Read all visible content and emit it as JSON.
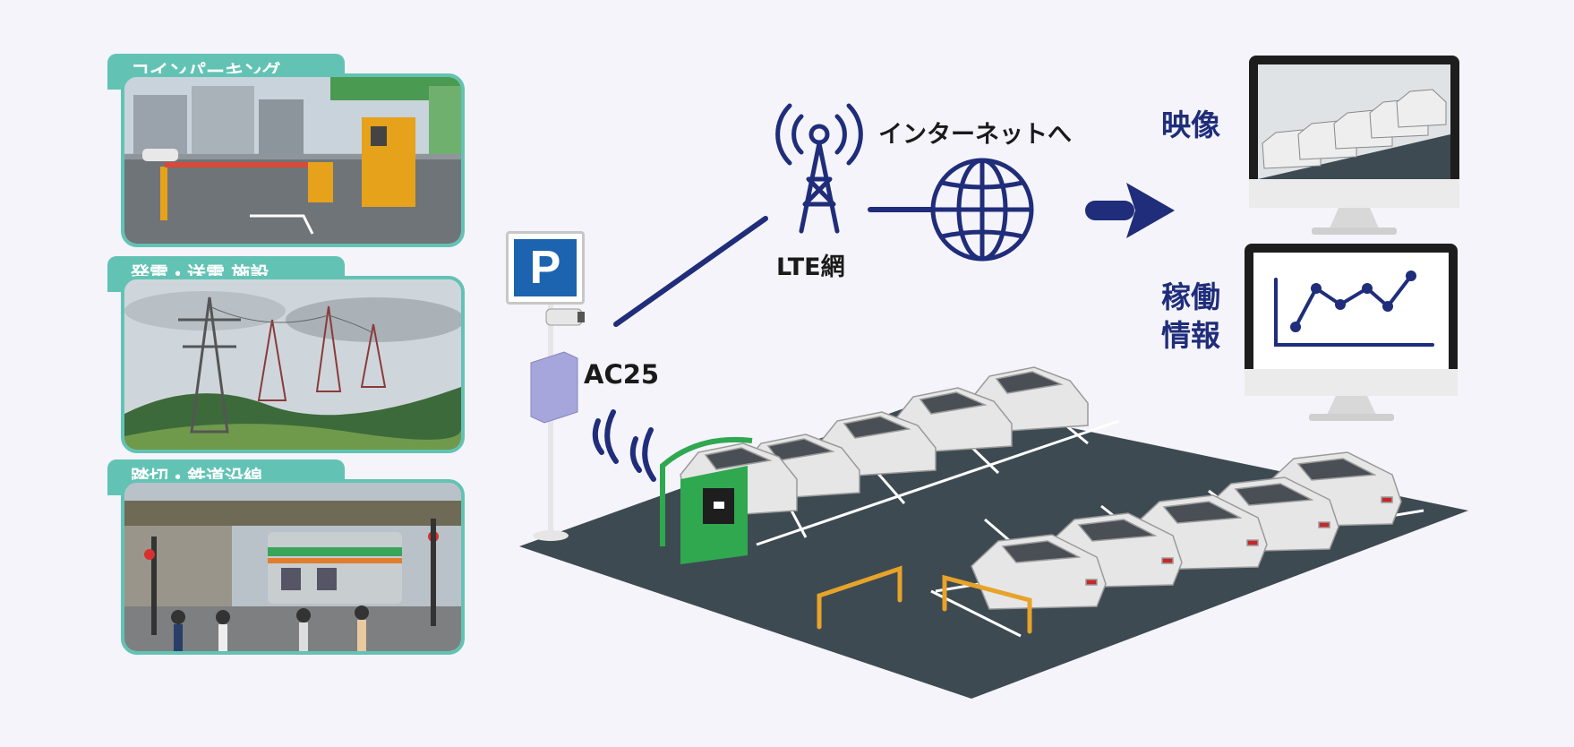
{
  "cards": [
    {
      "label": "コインパーキング",
      "scene": "coin-parking-photo"
    },
    {
      "label": "発電・送電 施設",
      "scene": "power-transmission-photo"
    },
    {
      "label": "踏切・鉄道沿線",
      "scene": "railway-crossing-photo"
    }
  ],
  "device": {
    "name": "AC25"
  },
  "network": {
    "lte_label": "LTE網",
    "internet_label": "インターネットへ"
  },
  "outputs": {
    "video_label": "映像",
    "operation_label_line1": "稼働",
    "operation_label_line2": "情報"
  },
  "sign": {
    "letter": "P"
  },
  "colors": {
    "teal": "#62c3b4",
    "navy": "#1f2d7a",
    "asphalt": "#3e4a52",
    "sign_blue": "#1c63b0",
    "box_purple": "#a7a6dc",
    "gate_green": "#2fa84f",
    "barrier_orange": "#e8a32a"
  }
}
